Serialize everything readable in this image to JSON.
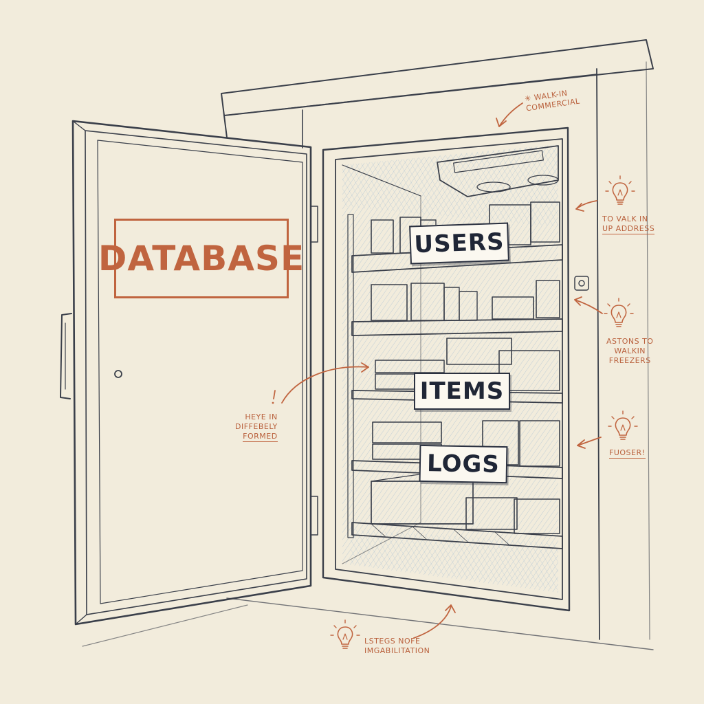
{
  "door_sign": "DATABASE",
  "shelves": [
    {
      "label": "USERS"
    },
    {
      "label": "ITEMS"
    },
    {
      "label": "LOGS"
    }
  ],
  "annotations": {
    "walk_in": [
      "✳ WALK-IN",
      "COMMERCIAL"
    ],
    "right_1": [
      "TO VALK IN",
      "UP ADDRESS"
    ],
    "right_2": [
      "ASTONS TO",
      "WALKIN",
      "FREEZERS"
    ],
    "right_3": [
      "FUOSER!"
    ],
    "left_1": [
      "HEYE IN",
      "DIFFEBELY",
      "FORMED"
    ],
    "bottom": [
      "LSTEGS NOFE",
      "IMGABILITATION"
    ]
  },
  "icons": [
    "lightbulb-icon",
    "arrow-icon"
  ],
  "colors": {
    "background": "#f2ecdc",
    "ink": "#3a3f4a",
    "accent": "#c0643f",
    "cold_blue": "#7ea6cf"
  }
}
